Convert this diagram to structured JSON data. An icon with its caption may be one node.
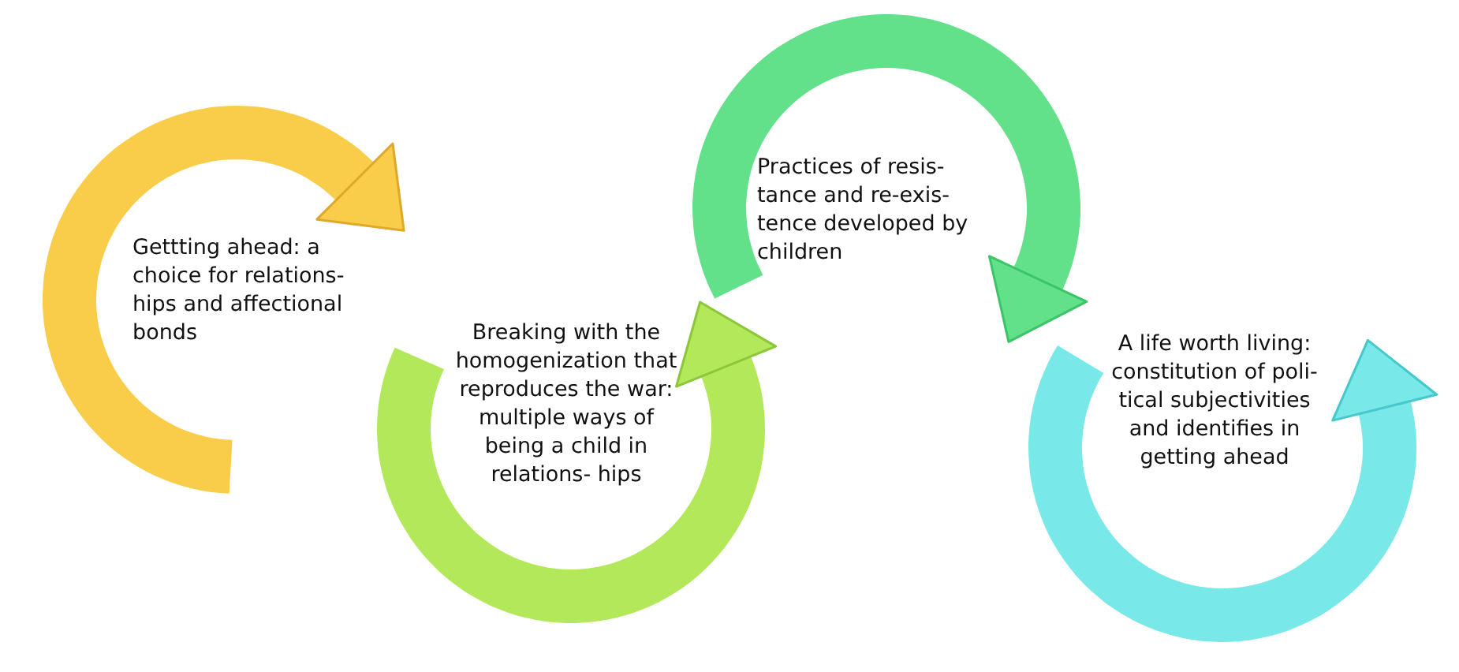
{
  "diagram": {
    "nodes": [
      {
        "text": [
          "Gettting ahead: a choice for relations- hips and affectional bonds"
        ]
      },
      {
        "text": [
          "Breaking with the homogenization that reproduces the war: multiple ways of being a child in relations- hips"
        ]
      },
      {
        "text": [
          "Practices of resis- tance and re-exis- tence developed by children"
        ]
      },
      {
        "text": [
          "A life worth living: constitution of poli- tical subjectivities and identifies in getting ahead"
        ]
      }
    ]
  }
}
